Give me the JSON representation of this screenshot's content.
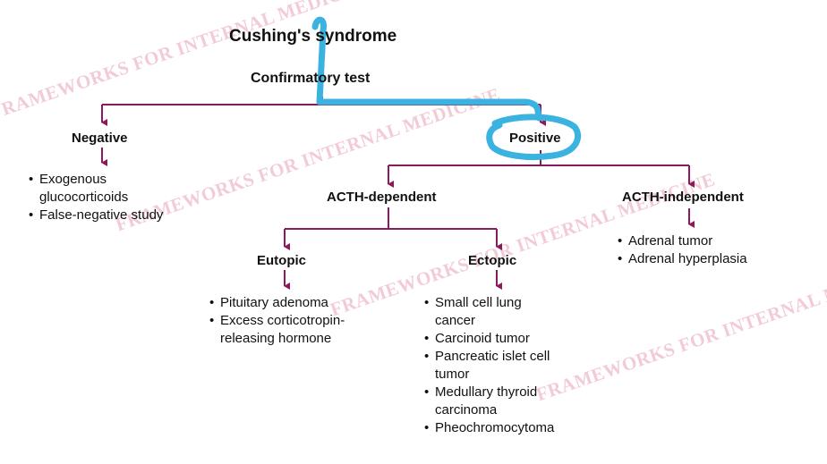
{
  "diagram": {
    "root": "Cushing's syndrome",
    "test": "Confirmatory test",
    "negative": {
      "label": "Negative",
      "items": [
        "Exogenous glucocorticoids",
        "False-negative study"
      ]
    },
    "positive": {
      "label": "Positive"
    },
    "acth_dependent": {
      "label": "ACTH-dependent"
    },
    "acth_independent": {
      "label": "ACTH-independent",
      "items": [
        "Adrenal tumor",
        "Adrenal hyperplasia"
      ]
    },
    "eutopic": {
      "label": "Eutopic",
      "items": [
        "Pituitary adenoma",
        "Excess corticotropin-releasing hormone"
      ]
    },
    "ectopic": {
      "label": "Ectopic",
      "items": [
        "Small cell lung cancer",
        "Carcinoid tumor",
        "Pancreatic islet cell tumor",
        "Medullary thyroid carcinoma",
        "Pheochromocytoma"
      ]
    }
  },
  "watermark": "FRAMEWORKS FOR INTERNAL MEDICINE",
  "colors": {
    "connector": "#8b1a5c",
    "annotation": "#3bb3e0",
    "watermark": "#e8a2b6"
  }
}
